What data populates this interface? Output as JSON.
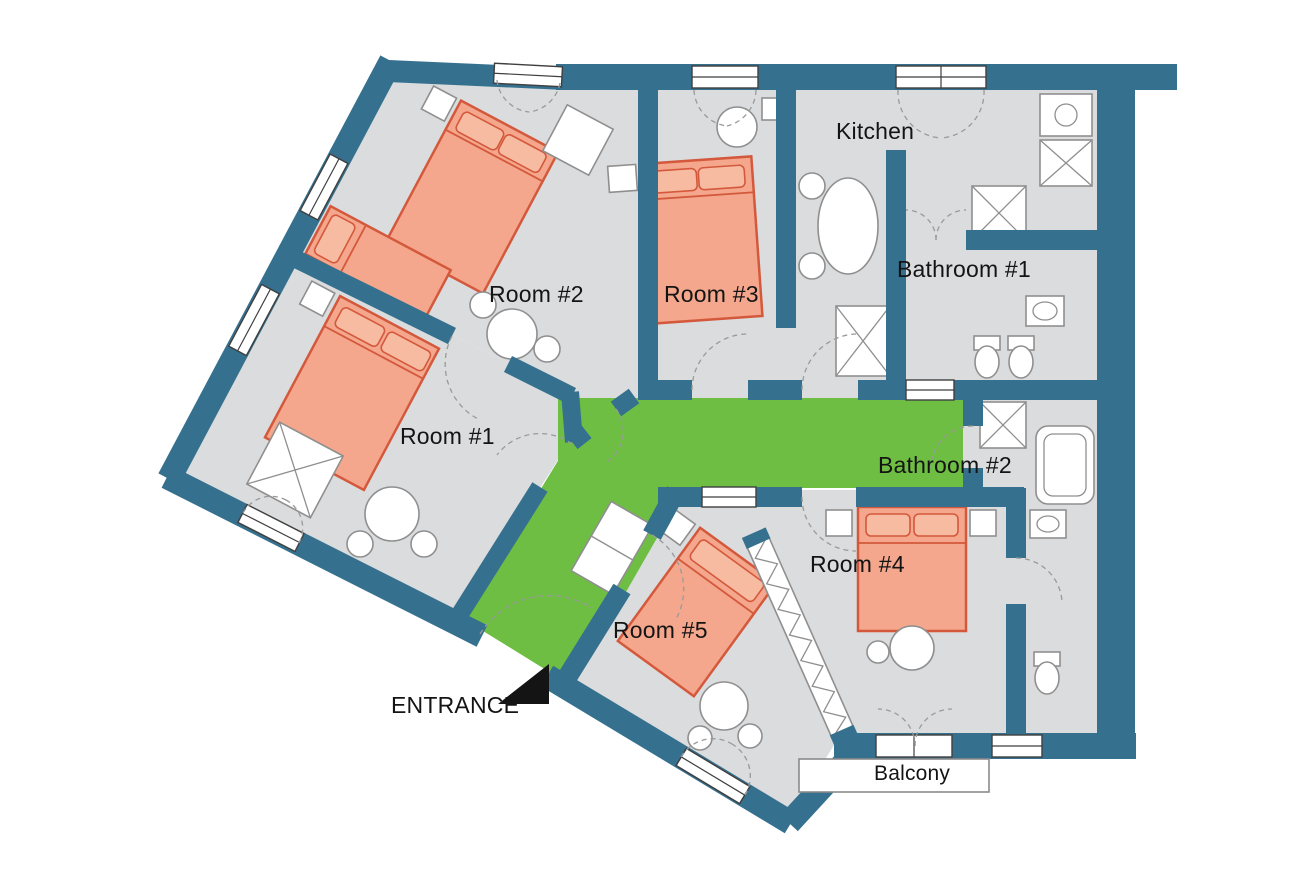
{
  "labels": {
    "room1": "Room #1",
    "room2": "Room #2",
    "room3": "Room #3",
    "room4": "Room #4",
    "room5": "Room #5",
    "kitchen": "Kitchen",
    "bathroom1": "Bathroom #1",
    "bathroom2": "Bathroom #2",
    "balcony": "Balcony",
    "entrance": "ENTRANCE"
  },
  "colors": {
    "wall": "#35718F",
    "floor": "#DBDCDD",
    "corridor": "#6FBE44",
    "bedfill": "#F4A78C",
    "bedstroke": "#D4593C"
  }
}
